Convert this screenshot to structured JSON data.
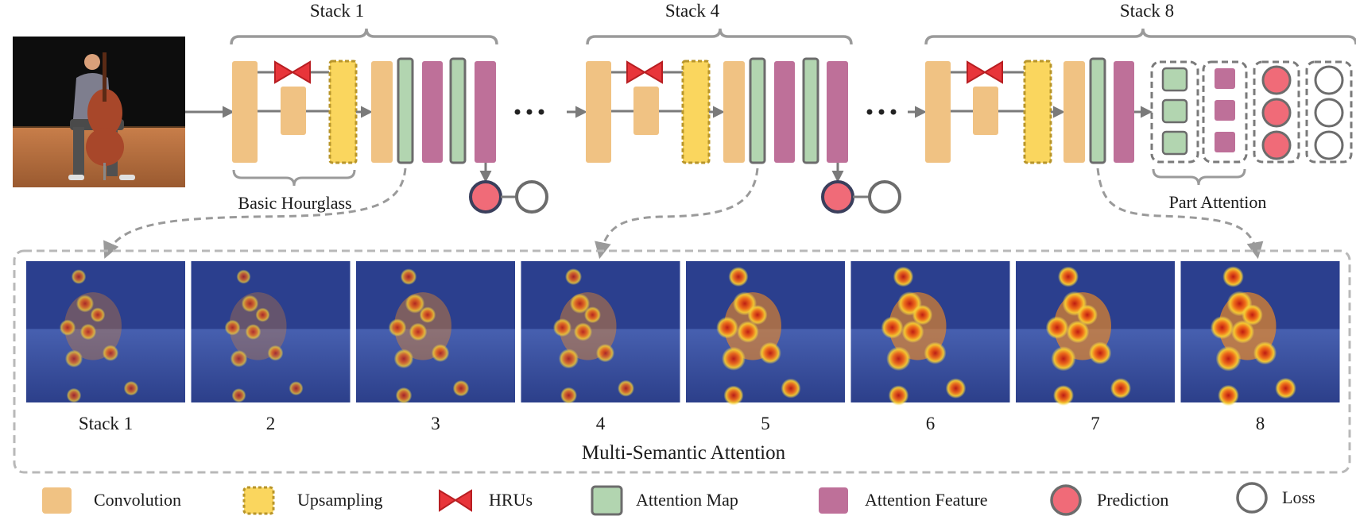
{
  "stacks": {
    "s1": {
      "label": "Stack 1"
    },
    "s4": {
      "label": "Stack 4"
    },
    "s8": {
      "label": "Stack 8"
    }
  },
  "labels": {
    "basic_hourglass": "Basic Hourglass",
    "part_attention": "Part Attention",
    "multi_semantic": "Multi-Semantic Attention"
  },
  "heatmaps": [
    {
      "label": "Stack 1",
      "focus": 0.15
    },
    {
      "label": "2",
      "focus": 0.1
    },
    {
      "label": "3",
      "focus": 0.35
    },
    {
      "label": "4",
      "focus": 0.4
    },
    {
      "label": "5",
      "focus": 0.8
    },
    {
      "label": "6",
      "focus": 0.85
    },
    {
      "label": "7",
      "focus": 0.9
    },
    {
      "label": "8",
      "focus": 0.95
    }
  ],
  "legend": [
    {
      "key": "convolution",
      "label": "Convolution"
    },
    {
      "key": "upsampling",
      "label": "Upsampling"
    },
    {
      "key": "hrus",
      "label": "HRUs"
    },
    {
      "key": "attention_map",
      "label": "Attention Map"
    },
    {
      "key": "attention_feature",
      "label": "Attention Feature"
    },
    {
      "key": "prediction",
      "label": "Prediction"
    },
    {
      "key": "loss",
      "label": "Loss"
    }
  ],
  "colors": {
    "convolution": "#F0C283",
    "upsampling": "#FAD65E",
    "upsampling_border": "#B8952A",
    "hrus": "#E8353A",
    "attention_map": "#B2D5B0",
    "attention_feature": "#BE7099",
    "prediction": "#F06B78",
    "border": "#6C6C6C",
    "bracket": "#9A9A9A",
    "heatmap_bg": "#2B3F8E"
  }
}
